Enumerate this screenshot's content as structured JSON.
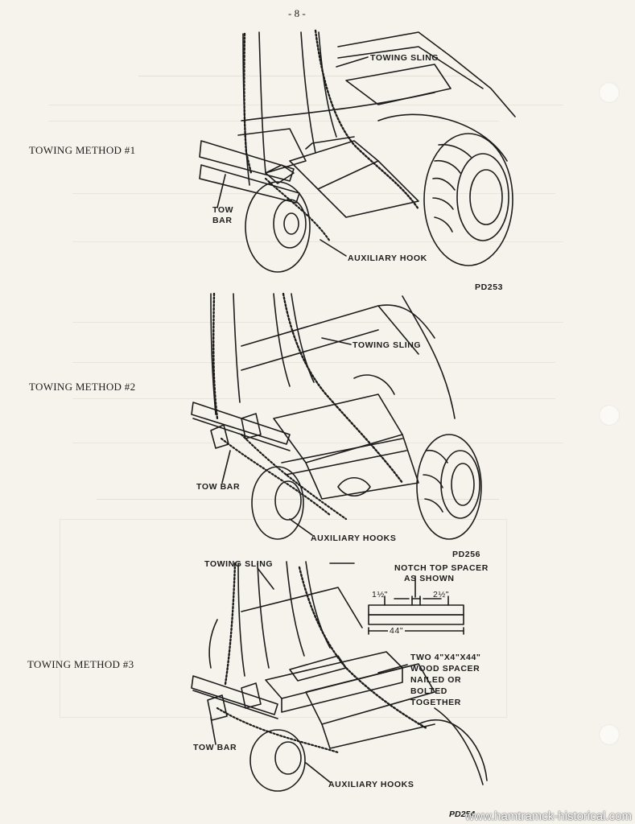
{
  "page": {
    "number": "- 8 -"
  },
  "methods": {
    "m1": "TOWING METHOD #1",
    "m2": "TOWING METHOD #2",
    "m3": "TOWING METHOD #3"
  },
  "figure1": {
    "sling": "TOWING SLING",
    "towbar_line1": "TOW",
    "towbar_line2": "BAR",
    "hook": "AUXILIARY HOOK",
    "code": "PD253"
  },
  "figure2": {
    "sling": "TOWING SLING",
    "towbar": "TOW BAR",
    "hooks": "AUXILIARY HOOKS",
    "code": "PD256"
  },
  "figure3": {
    "sling": "TOWING SLING",
    "notch_line1": "NOTCH TOP SPACER",
    "notch_line2": "AS SHOWN",
    "dim_left": "1½\"",
    "dim_right": "2½\"",
    "dim_length": "44\"",
    "spacer_line1": "TWO 4\"X4\"X44\"",
    "spacer_line2": "WOOD SPACER",
    "spacer_line3": "NAILED OR",
    "spacer_line4": "BOLTED",
    "spacer_line5": "TOGETHER",
    "towbar": "TOW BAR",
    "hooks": "AUXILIARY HOOKS",
    "code": "PD254"
  },
  "watermark": "www.hamtramck-historical.com",
  "colors": {
    "paper": "#f6f3ec",
    "ink": "#1c1c1c",
    "bleed": "#c9c3b6"
  }
}
